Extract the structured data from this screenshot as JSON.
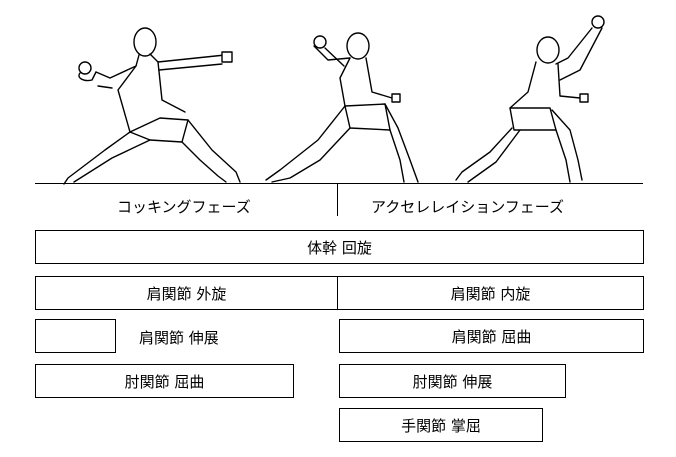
{
  "phases": {
    "cocking": "コッキングフェーズ",
    "acceleration": "アクセレレイションフェーズ"
  },
  "rows": {
    "trunk_rotation": "体幹 回旋",
    "shoulder_external_rotation": "肩関節 外旋",
    "shoulder_internal_rotation": "肩関節 内旋",
    "shoulder_extension": "肩関節 伸展",
    "shoulder_flexion": "肩関節 屈曲",
    "elbow_flexion": "肘関節 屈曲",
    "elbow_extension": "肘関節 伸展",
    "wrist_palmar_flexion": "手関節 掌屈"
  }
}
